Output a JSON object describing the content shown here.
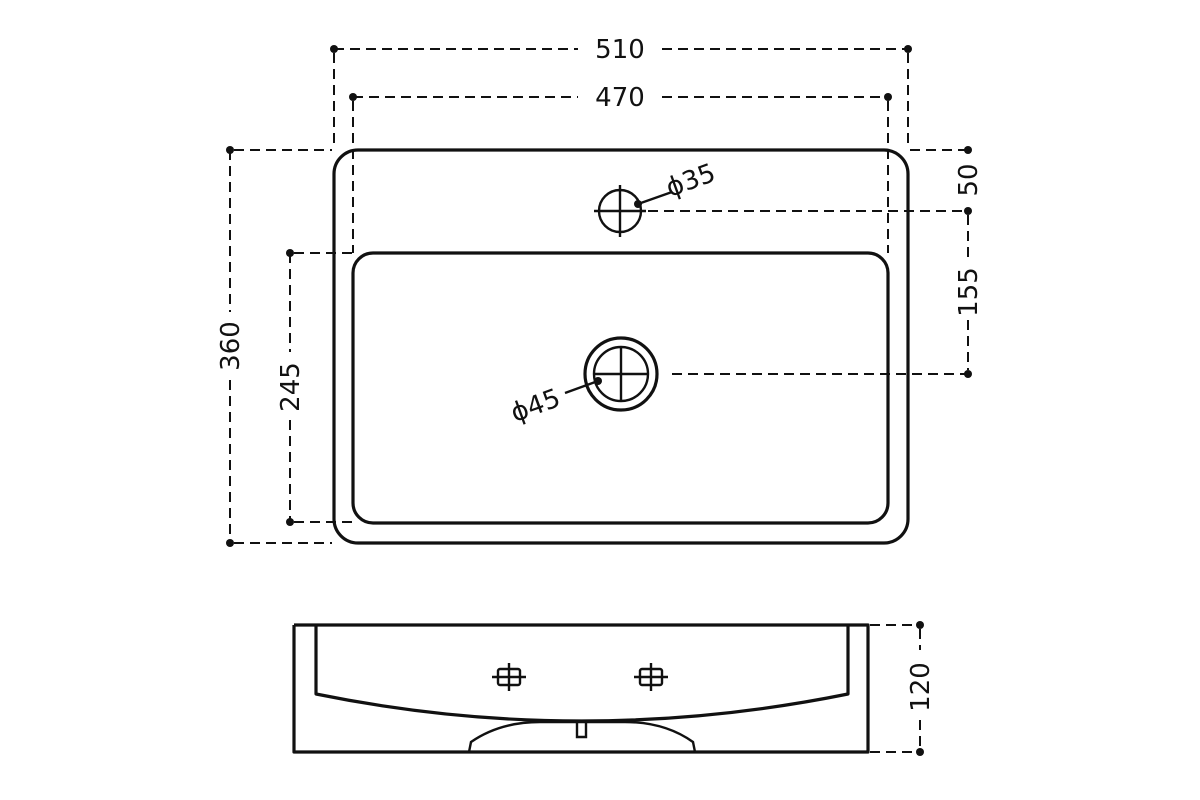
{
  "dimensions": {
    "outer_width": "510",
    "inner_width": "470",
    "depth_total": "360",
    "basin_depth": "245",
    "tap_offset": "50",
    "drain_offset": "155",
    "tap_hole": "ϕ35",
    "drain_hole": "ϕ45",
    "height": "120"
  },
  "colors": {
    "stroke": "#111111",
    "background": "#ffffff"
  }
}
